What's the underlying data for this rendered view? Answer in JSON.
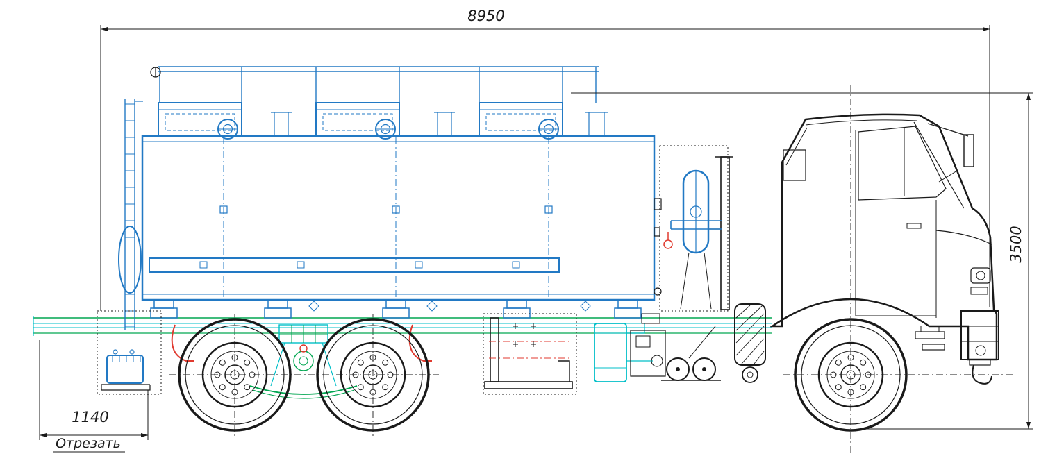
{
  "drawing": {
    "dimensions": {
      "overall_length": "8950",
      "overall_height": "3500",
      "rear_overhang": "1140",
      "cut_note": "Отрезать"
    },
    "colors": {
      "ink": "#1a1a1a",
      "tank_blue": "#2279c4",
      "frame_green": "#00a650",
      "aux_cyan": "#00bfc8",
      "accent_red": "#e03a2f",
      "paper": "#ffffff"
    }
  }
}
